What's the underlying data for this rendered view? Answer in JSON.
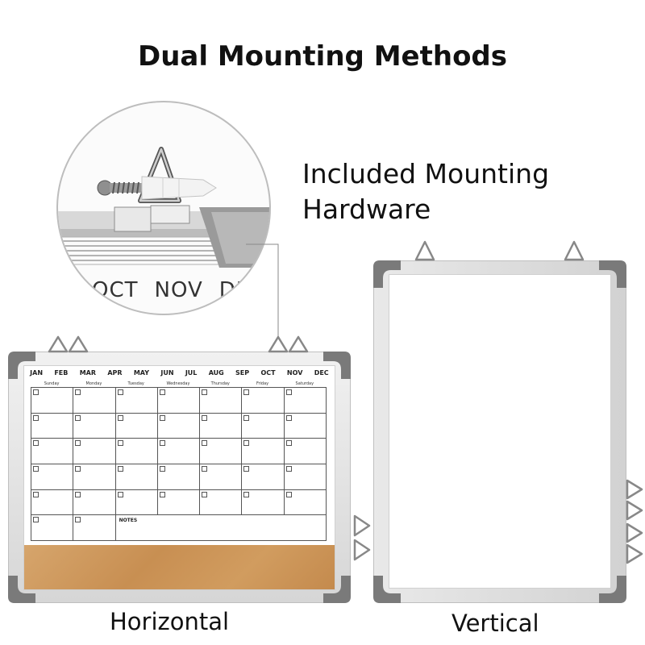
{
  "headline": "Dual Mounting Methods",
  "hardware_caption": "Included Mounting Hardware",
  "zoom_months": [
    "OCT",
    "NOV",
    "DEC"
  ],
  "calendar": {
    "months": [
      "JAN",
      "FEB",
      "MAR",
      "APR",
      "MAY",
      "JUN",
      "JUL",
      "AUG",
      "SEP",
      "OCT",
      "NOV",
      "DEC"
    ],
    "weekdays": [
      "Sunday",
      "Monday",
      "Tuesday",
      "Wednesday",
      "Thursday",
      "Friday",
      "Saturday"
    ],
    "notes_label": "NOTES"
  },
  "captions": {
    "horizontal": "Horizontal",
    "vertical": "Vertical"
  },
  "colors": {
    "frame": "#d9d9d9",
    "corner": "#7a7a7a",
    "cork": "#c88f52"
  },
  "icons": {
    "hanger": "triangle-hanger-icon",
    "screw": "screw-icon",
    "anchor": "wall-anchor-icon"
  }
}
